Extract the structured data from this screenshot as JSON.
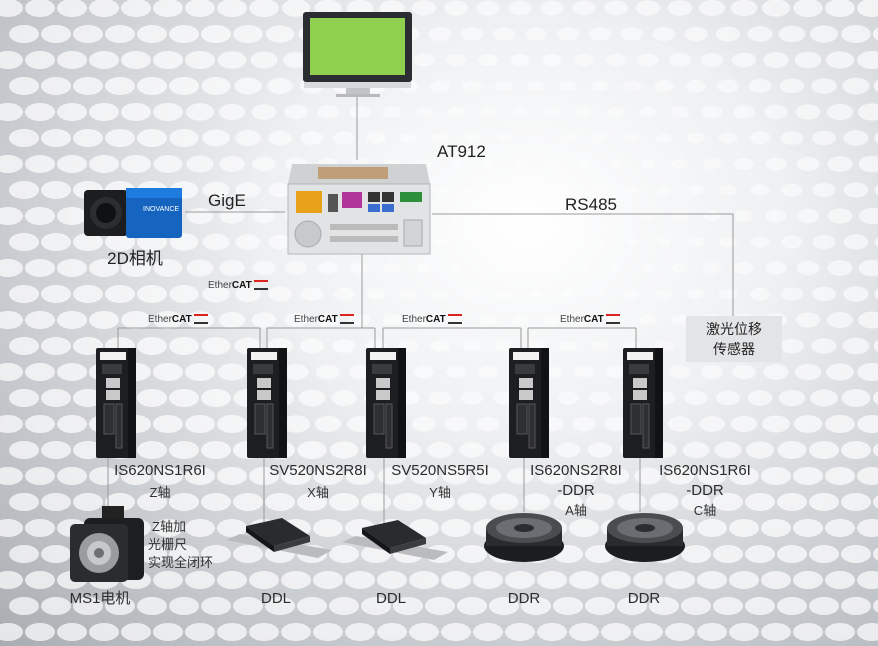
{
  "controller": {
    "name": "AT912"
  },
  "camera": {
    "label": "2D相机",
    "interface": "GigE",
    "brand": "INOVANCE"
  },
  "buses": {
    "ethercat_prefix": "Ether",
    "ethercat_suffix": "CAT",
    "rs485": "RS485"
  },
  "sensor": {
    "line1": "激光位移",
    "line2": "传感器"
  },
  "drives": [
    {
      "model": "IS620NS1R6I",
      "axis": "Z轴"
    },
    {
      "model": "SV520NS2R8I",
      "axis": "X轴"
    },
    {
      "model": "SV520NS5R5I",
      "axis": "Y轴"
    },
    {
      "model": "IS620NS2R8I",
      "model_line2": "-DDR",
      "axis": "A轴"
    },
    {
      "model": "IS620NS1R6I",
      "model_line2": "-DDR",
      "axis": "C轴"
    }
  ],
  "motor": {
    "label": "MS1电机",
    "note_line1": "Z轴加",
    "note_line2": "光栅尺",
    "note_line3": "实现全闭环"
  },
  "actuators": [
    "DDL",
    "DDL",
    "DDR",
    "DDR"
  ],
  "colors": {
    "monitor_screen": "#8fd14f",
    "camera_body": "#1565c0",
    "ethercat_red": "#dd2222",
    "sensor_bg": "#e3e4e6"
  }
}
